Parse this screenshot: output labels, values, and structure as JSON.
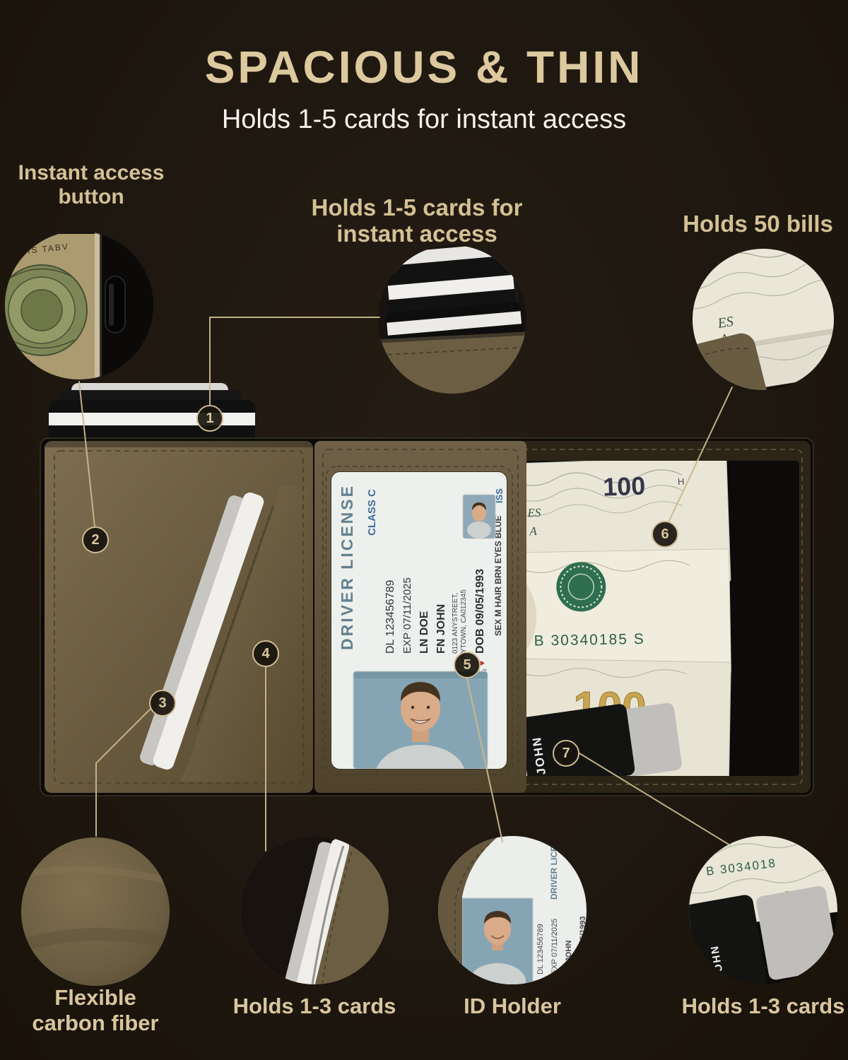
{
  "header": {
    "title": "SPACIOUS & THIN",
    "subtitle": "Holds 1-5 cards for instant access"
  },
  "callouts": {
    "instant_access_line1": "Instant access",
    "instant_access_line2": "button",
    "holds_cards_line1": "Holds 1-5 cards for",
    "holds_cards_line2": "instant access",
    "holds_bills": "Holds 50 bills"
  },
  "markers": {
    "m1": "1",
    "m2": "2",
    "m3": "3",
    "m4": "4",
    "m5": "5",
    "m6": "6",
    "m7": "7"
  },
  "bottom_labels": {
    "carbon_line1": "Flexible",
    "carbon_line2": "carbon fiber",
    "cards_left": "Holds 1-3 cards",
    "id_holder": "ID Holder",
    "cards_right": "Holds 1-3 cards"
  },
  "license": {
    "title": "DRIVER LICENSE",
    "class_label": "CLASS C",
    "iss": "ISS",
    "dl": "DL 123456789",
    "exp": "EXP 07/11/2025",
    "ln": "LN DOE",
    "fn": "FN JOHN",
    "addr1": "0123 ANYSTREET,",
    "addr2": "ANYTOWN, CA012345",
    "dob": "DOB 09/05/1993",
    "donor": "DONOR",
    "heart": "♥",
    "sex_row": "SEX M HAIR BRN EYES BLUE"
  },
  "bill": {
    "denom": "100",
    "serial": "B 30340185 S",
    "serial_partial": "B 3034018",
    "note_mark": "H",
    "partial1": "ES",
    "partial2": "A"
  },
  "card_name": "JOHN",
  "ornament_text": "RBIS TABV"
}
